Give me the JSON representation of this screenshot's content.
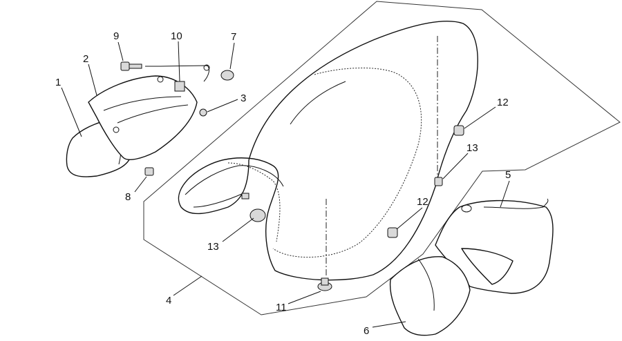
{
  "callouts": {
    "c1": "1",
    "c2": "2",
    "c3": "3",
    "c4": "4",
    "c5": "5",
    "c6": "6",
    "c7": "7",
    "c8": "8",
    "c9": "9",
    "c10": "10",
    "c11": "11",
    "c12a": "12",
    "c12b": "12",
    "c13a": "13",
    "c13b": "13"
  }
}
